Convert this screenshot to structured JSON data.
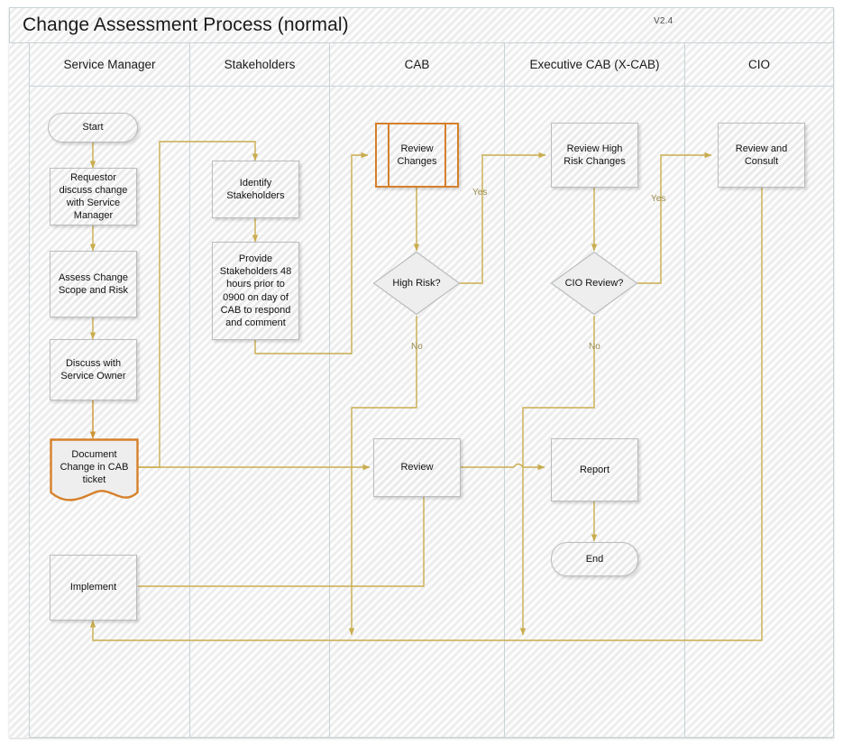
{
  "pool": {
    "title": "Change Assessment Process (normal)",
    "version": "V2.4"
  },
  "lanes": [
    {
      "id": "service-manager",
      "label": "Service Manager"
    },
    {
      "id": "stakeholders",
      "label": "Stakeholders"
    },
    {
      "id": "cab",
      "label": "CAB"
    },
    {
      "id": "executive-cab",
      "label": "Executive CAB (X-CAB)"
    },
    {
      "id": "cio",
      "label": "CIO"
    }
  ],
  "nodes": {
    "start": {
      "label": "Start"
    },
    "requestor": {
      "label": "Requestor discuss change with Service Manager"
    },
    "assess": {
      "label": "Assess Change Scope and Risk"
    },
    "discuss_owner": {
      "label": "Discuss with Service Owner"
    },
    "document_change": {
      "label": "Document Change in CAB ticket"
    },
    "implement": {
      "label": "Implement"
    },
    "identify": {
      "label": "Identify Stakeholders"
    },
    "provide": {
      "label": "Provide Stakeholders 48 hours prior to 0900 on day of CAB to respond and comment"
    },
    "review_changes": {
      "label": "Review Changes"
    },
    "high_risk": {
      "label": "High Risk?"
    },
    "review": {
      "label": "Review"
    },
    "review_high_risk": {
      "label": "Review High Risk Changes"
    },
    "cio_review": {
      "label": "CIO Review?"
    },
    "report": {
      "label": "Report"
    },
    "end": {
      "label": "End"
    },
    "review_consult": {
      "label": "Review and Consult"
    }
  },
  "connector_labels": {
    "high_risk_yes": "Yes",
    "high_risk_no": "No",
    "cio_yes": "Yes",
    "cio_no": "No"
  },
  "colors": {
    "connector": "#c9ad4e",
    "highlight": "#d6802a",
    "shape_fill": "#eeeeee",
    "shape_border": "#b9bcbf",
    "lane_border": "#c9d2d6",
    "connector_label": "#9a8a4e"
  }
}
